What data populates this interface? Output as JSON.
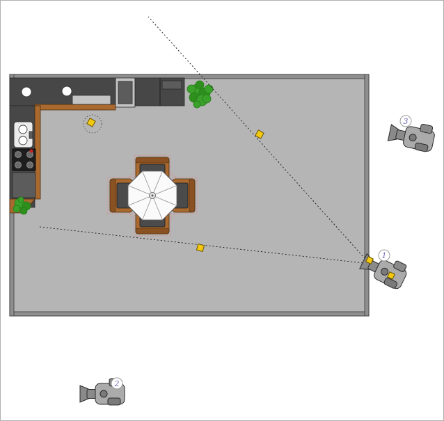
{
  "scene": {
    "camera_labels": [
      {
        "id": "camera-1",
        "label": "1"
      },
      {
        "id": "camera-2",
        "label": "2"
      },
      {
        "id": "camera-3",
        "label": "3"
      }
    ]
  },
  "colors": {
    "page_bg": "#ffffff",
    "page_border": "#b0b0b0",
    "floor": "#b5b5b5",
    "wall": "#8f8f8f",
    "counter_dark": "#474747",
    "counter_cabinet": "#5c5c5c",
    "appliance_light": "#c4c4c4",
    "wood": "#a9692f",
    "wood_dark": "#8a5222",
    "cooktop": "#1e1e1e",
    "burner": "#6a6a6a",
    "knob_red": "#cc2020",
    "plant": "#3aa12b",
    "plant_dark": "#237c16",
    "table_top": "#fafafa",
    "seat": "#4b4b4b",
    "marker_yellow": "#f2c811",
    "marker_border": "#6b5400",
    "camera_body": "#ababab",
    "camera_dark": "#8a8a8a",
    "outline": "#2a2a2a",
    "fov_line": "#222222",
    "selection": "#d98c8c",
    "label_text": "#6b6bb5",
    "label_circle_border": "#9a9a9a"
  }
}
